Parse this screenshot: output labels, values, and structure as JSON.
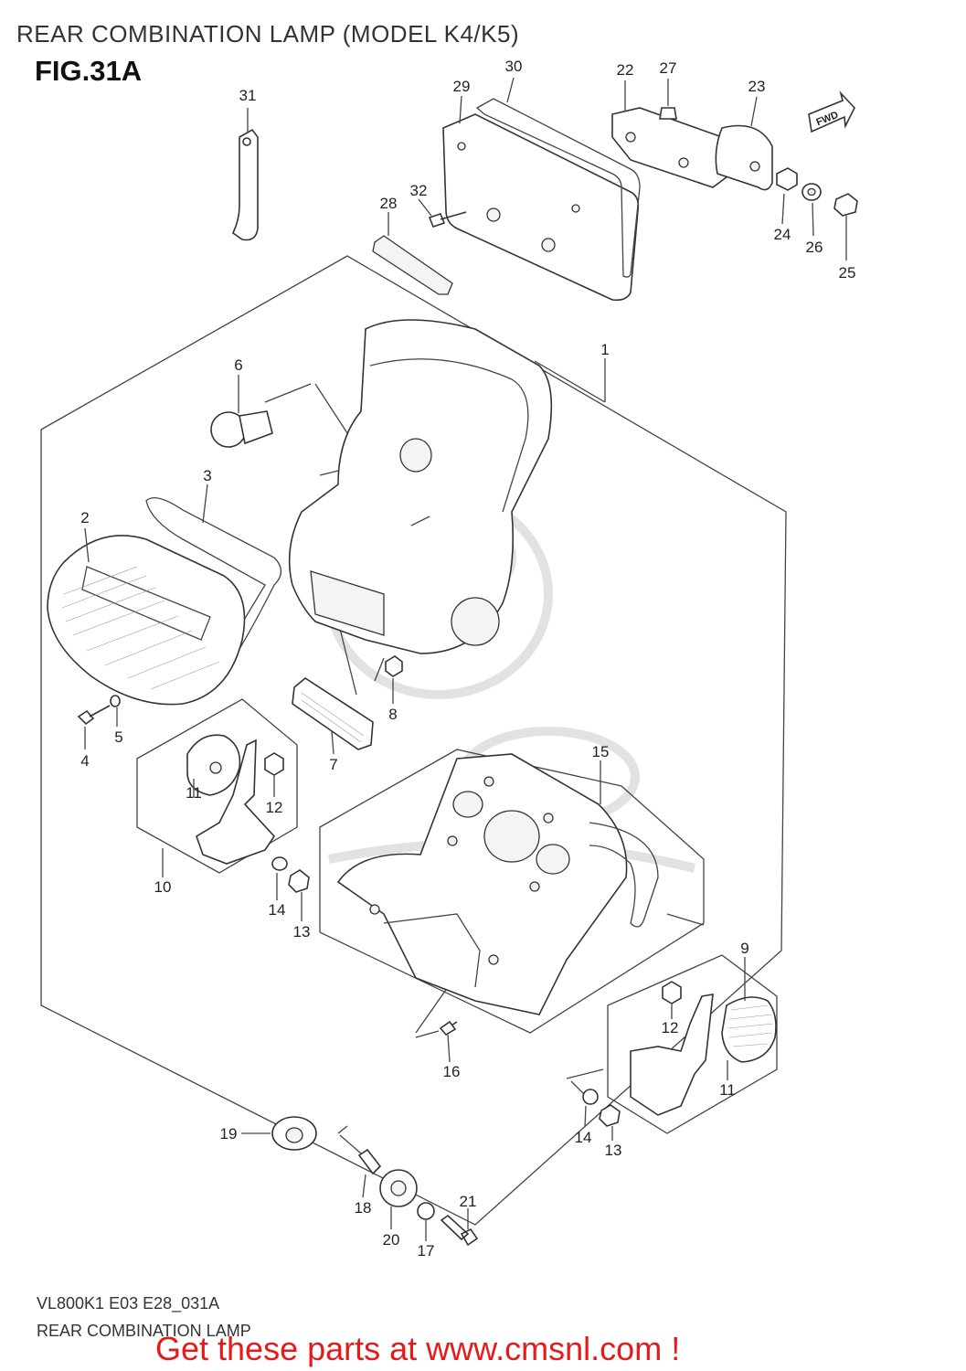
{
  "header": {
    "title": "REAR COMBINATION LAMP (MODEL K4/K5)",
    "figure": "FIG.31A"
  },
  "direction_badge": "FWD",
  "footer": {
    "code": "VL800K1 E03 E28_031A",
    "name": "REAR COMBINATION LAMP",
    "promo": "Get these parts at www.cmsnl.com !"
  },
  "callouts": [
    {
      "id": "1",
      "label": "1"
    },
    {
      "id": "2",
      "label": "2"
    },
    {
      "id": "3",
      "label": "3"
    },
    {
      "id": "4",
      "label": "4"
    },
    {
      "id": "5",
      "label": "5"
    },
    {
      "id": "6",
      "label": "6"
    },
    {
      "id": "7",
      "label": "7"
    },
    {
      "id": "8",
      "label": "8"
    },
    {
      "id": "9",
      "label": "9"
    },
    {
      "id": "10",
      "label": "10"
    },
    {
      "id": "11a",
      "label": "11"
    },
    {
      "id": "11b",
      "label": "11"
    },
    {
      "id": "12a",
      "label": "12"
    },
    {
      "id": "12b",
      "label": "12"
    },
    {
      "id": "13a",
      "label": "13"
    },
    {
      "id": "13b",
      "label": "13"
    },
    {
      "id": "14a",
      "label": "14"
    },
    {
      "id": "14b",
      "label": "14"
    },
    {
      "id": "15",
      "label": "15"
    },
    {
      "id": "16",
      "label": "16"
    },
    {
      "id": "17",
      "label": "17"
    },
    {
      "id": "18",
      "label": "18"
    },
    {
      "id": "19",
      "label": "19"
    },
    {
      "id": "20",
      "label": "20"
    },
    {
      "id": "21",
      "label": "21"
    },
    {
      "id": "22",
      "label": "22"
    },
    {
      "id": "23",
      "label": "23"
    },
    {
      "id": "24",
      "label": "24"
    },
    {
      "id": "25",
      "label": "25"
    },
    {
      "id": "26",
      "label": "26"
    },
    {
      "id": "27",
      "label": "27"
    },
    {
      "id": "28",
      "label": "28"
    },
    {
      "id": "29",
      "label": "29"
    },
    {
      "id": "30",
      "label": "30"
    },
    {
      "id": "31",
      "label": "31"
    },
    {
      "id": "32",
      "label": "32"
    }
  ]
}
